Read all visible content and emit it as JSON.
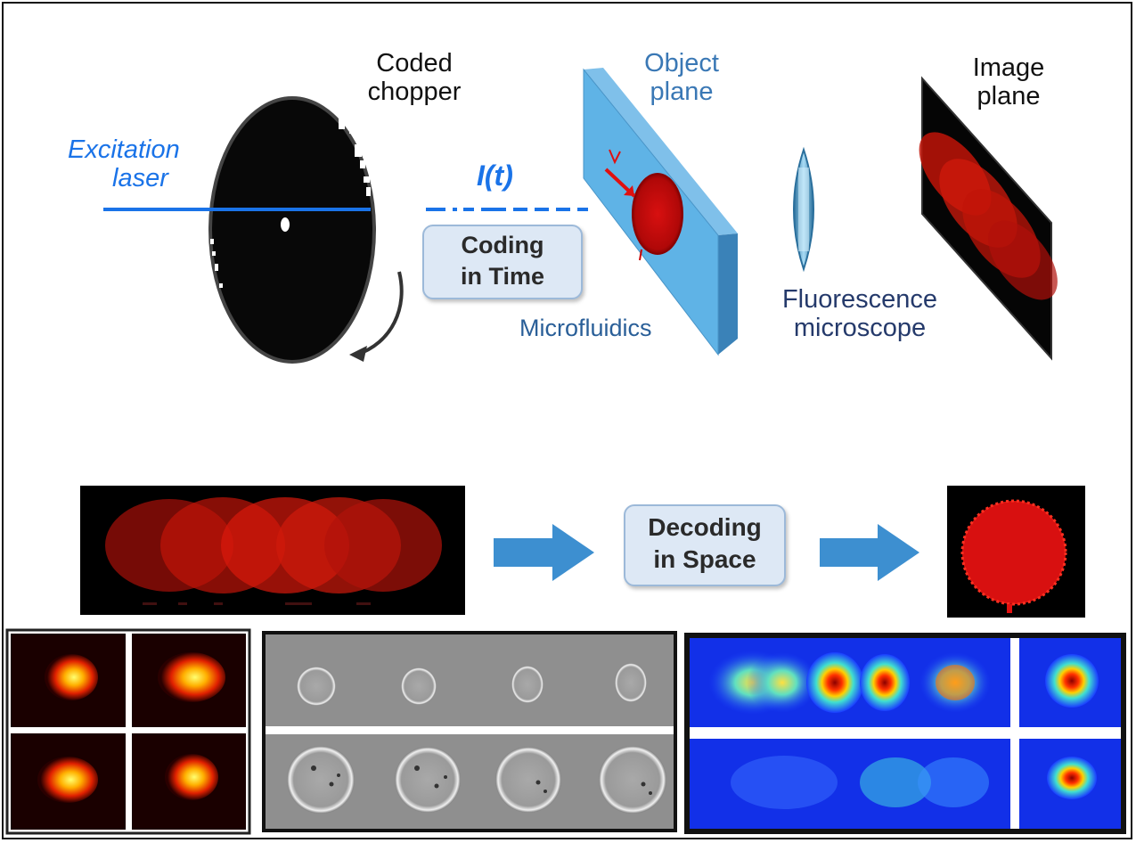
{
  "labels": {
    "excitation_laser": [
      "Excitation",
      "laser"
    ],
    "coded_chopper": [
      "Coded",
      "chopper"
    ],
    "intensity": "I(t)",
    "coding_in_time": [
      "Coding",
      "in Time"
    ],
    "object_plane": [
      "Object",
      "plane"
    ],
    "microfluidics": "Microfluidics",
    "fluorescence_microscope": [
      "Fluorescence",
      "microscope"
    ],
    "image_plane": [
      "Image",
      "plane"
    ],
    "decoding_in_space": [
      "Decoding",
      "in Space"
    ]
  },
  "colors": {
    "laser_blue": "#1a73e8",
    "label_blue": "#3a78b5",
    "navy": "#253a6b",
    "pill_fill": "#dde8f5",
    "arrow_blue": "#3d8fd0",
    "cell_red": "#e01a10"
  }
}
